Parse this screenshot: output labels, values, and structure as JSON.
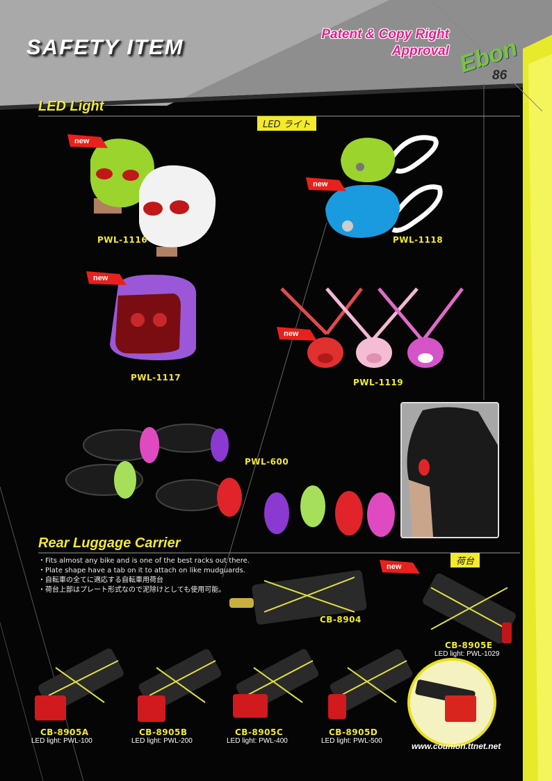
{
  "header": {
    "title": "SAFETY ITEM",
    "patent_line1": "Patent & Copy Right",
    "patent_line2": "Approval",
    "brand": "Ebon",
    "page_number": "86"
  },
  "led_section": {
    "title": "LED Light",
    "jp_label": "LED ライト",
    "products": [
      {
        "code": "PWL-1116",
        "new": "new"
      },
      {
        "code": "PWL-1118",
        "new": "new"
      },
      {
        "code": "PWL-1117",
        "new": "new"
      },
      {
        "code": "PWL-1119",
        "new": "new"
      },
      {
        "code": "PWL-600"
      }
    ]
  },
  "carrier_section": {
    "title": "Rear Luggage Carrier",
    "jp_label": "荷台",
    "bullets": [
      "Fits almost any bike and is one of the best racks out there.",
      "Plate shape have a tab on it to attach on like mudguards.",
      "自転車の全てに適応する自転車用荷台",
      "荷台上部はプレート形式なので泥除けとしても使用可能。"
    ],
    "products": [
      {
        "code": "CB-8904"
      },
      {
        "code": "CB-8905E",
        "sub": "LED light: PWL-1029",
        "new": "new"
      },
      {
        "code": "CB-8905A",
        "sub": "LED light: PWL-100"
      },
      {
        "code": "CB-8905B",
        "sub": "LED light: PWL-200"
      },
      {
        "code": "CB-8905C",
        "sub": "LED light: PWL-400"
      },
      {
        "code": "CB-8905D",
        "sub": "LED light: PWL-500"
      }
    ]
  },
  "footer": {
    "url": "www.counion.ttnet.net"
  },
  "colors": {
    "accent_yellow": "#f3ea2a",
    "brand_green": "#7cc242",
    "patent_pink": "#e0218a",
    "new_tag_red": "#e8211c"
  }
}
